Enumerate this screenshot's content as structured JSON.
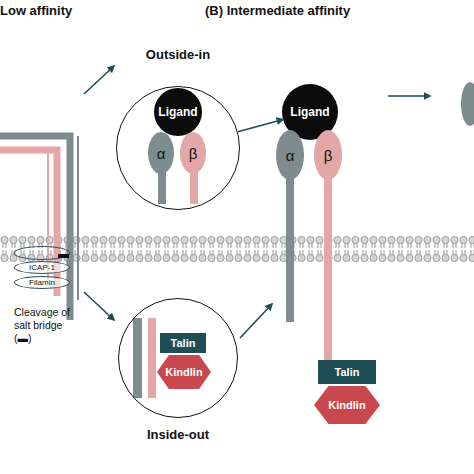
{
  "diagram": {
    "nodes": [
      {
        "text": [
          "Outside-in"
        ]
      },
      {
        "text": [
          "Ligand"
        ],
        "in": 0
      },
      {
        "text": [
          "α"
        ],
        "in": 0
      },
      {
        "text": [
          "β"
        ],
        "in": 0
      },
      {
        "text": [
          "ICAP-1"
        ]
      },
      {
        "text": [
          "Filamin"
        ]
      },
      {
        "text": [
          "Inside-out"
        ]
      },
      {
        "text": [
          "Talin"
        ],
        "in": 6
      },
      {
        "text": [
          "Kindlin"
        ],
        "in": 6
      },
      {
        "text": [
          "Ligand"
        ]
      },
      {
        "text": [
          "α"
        ]
      },
      {
        "text": [
          "β"
        ]
      },
      {
        "text": [
          "Talin"
        ]
      },
      {
        "text": [
          "Kindlin"
        ]
      }
    ],
    "edges": [
      {
        "from": 0,
        "to": 9,
        "arrow": "to"
      }
    ],
    "labels": [
      "Low affinity",
      "(B) Intermediate affinity",
      "Cleavage of salt bridge (▬)"
    ]
  }
}
